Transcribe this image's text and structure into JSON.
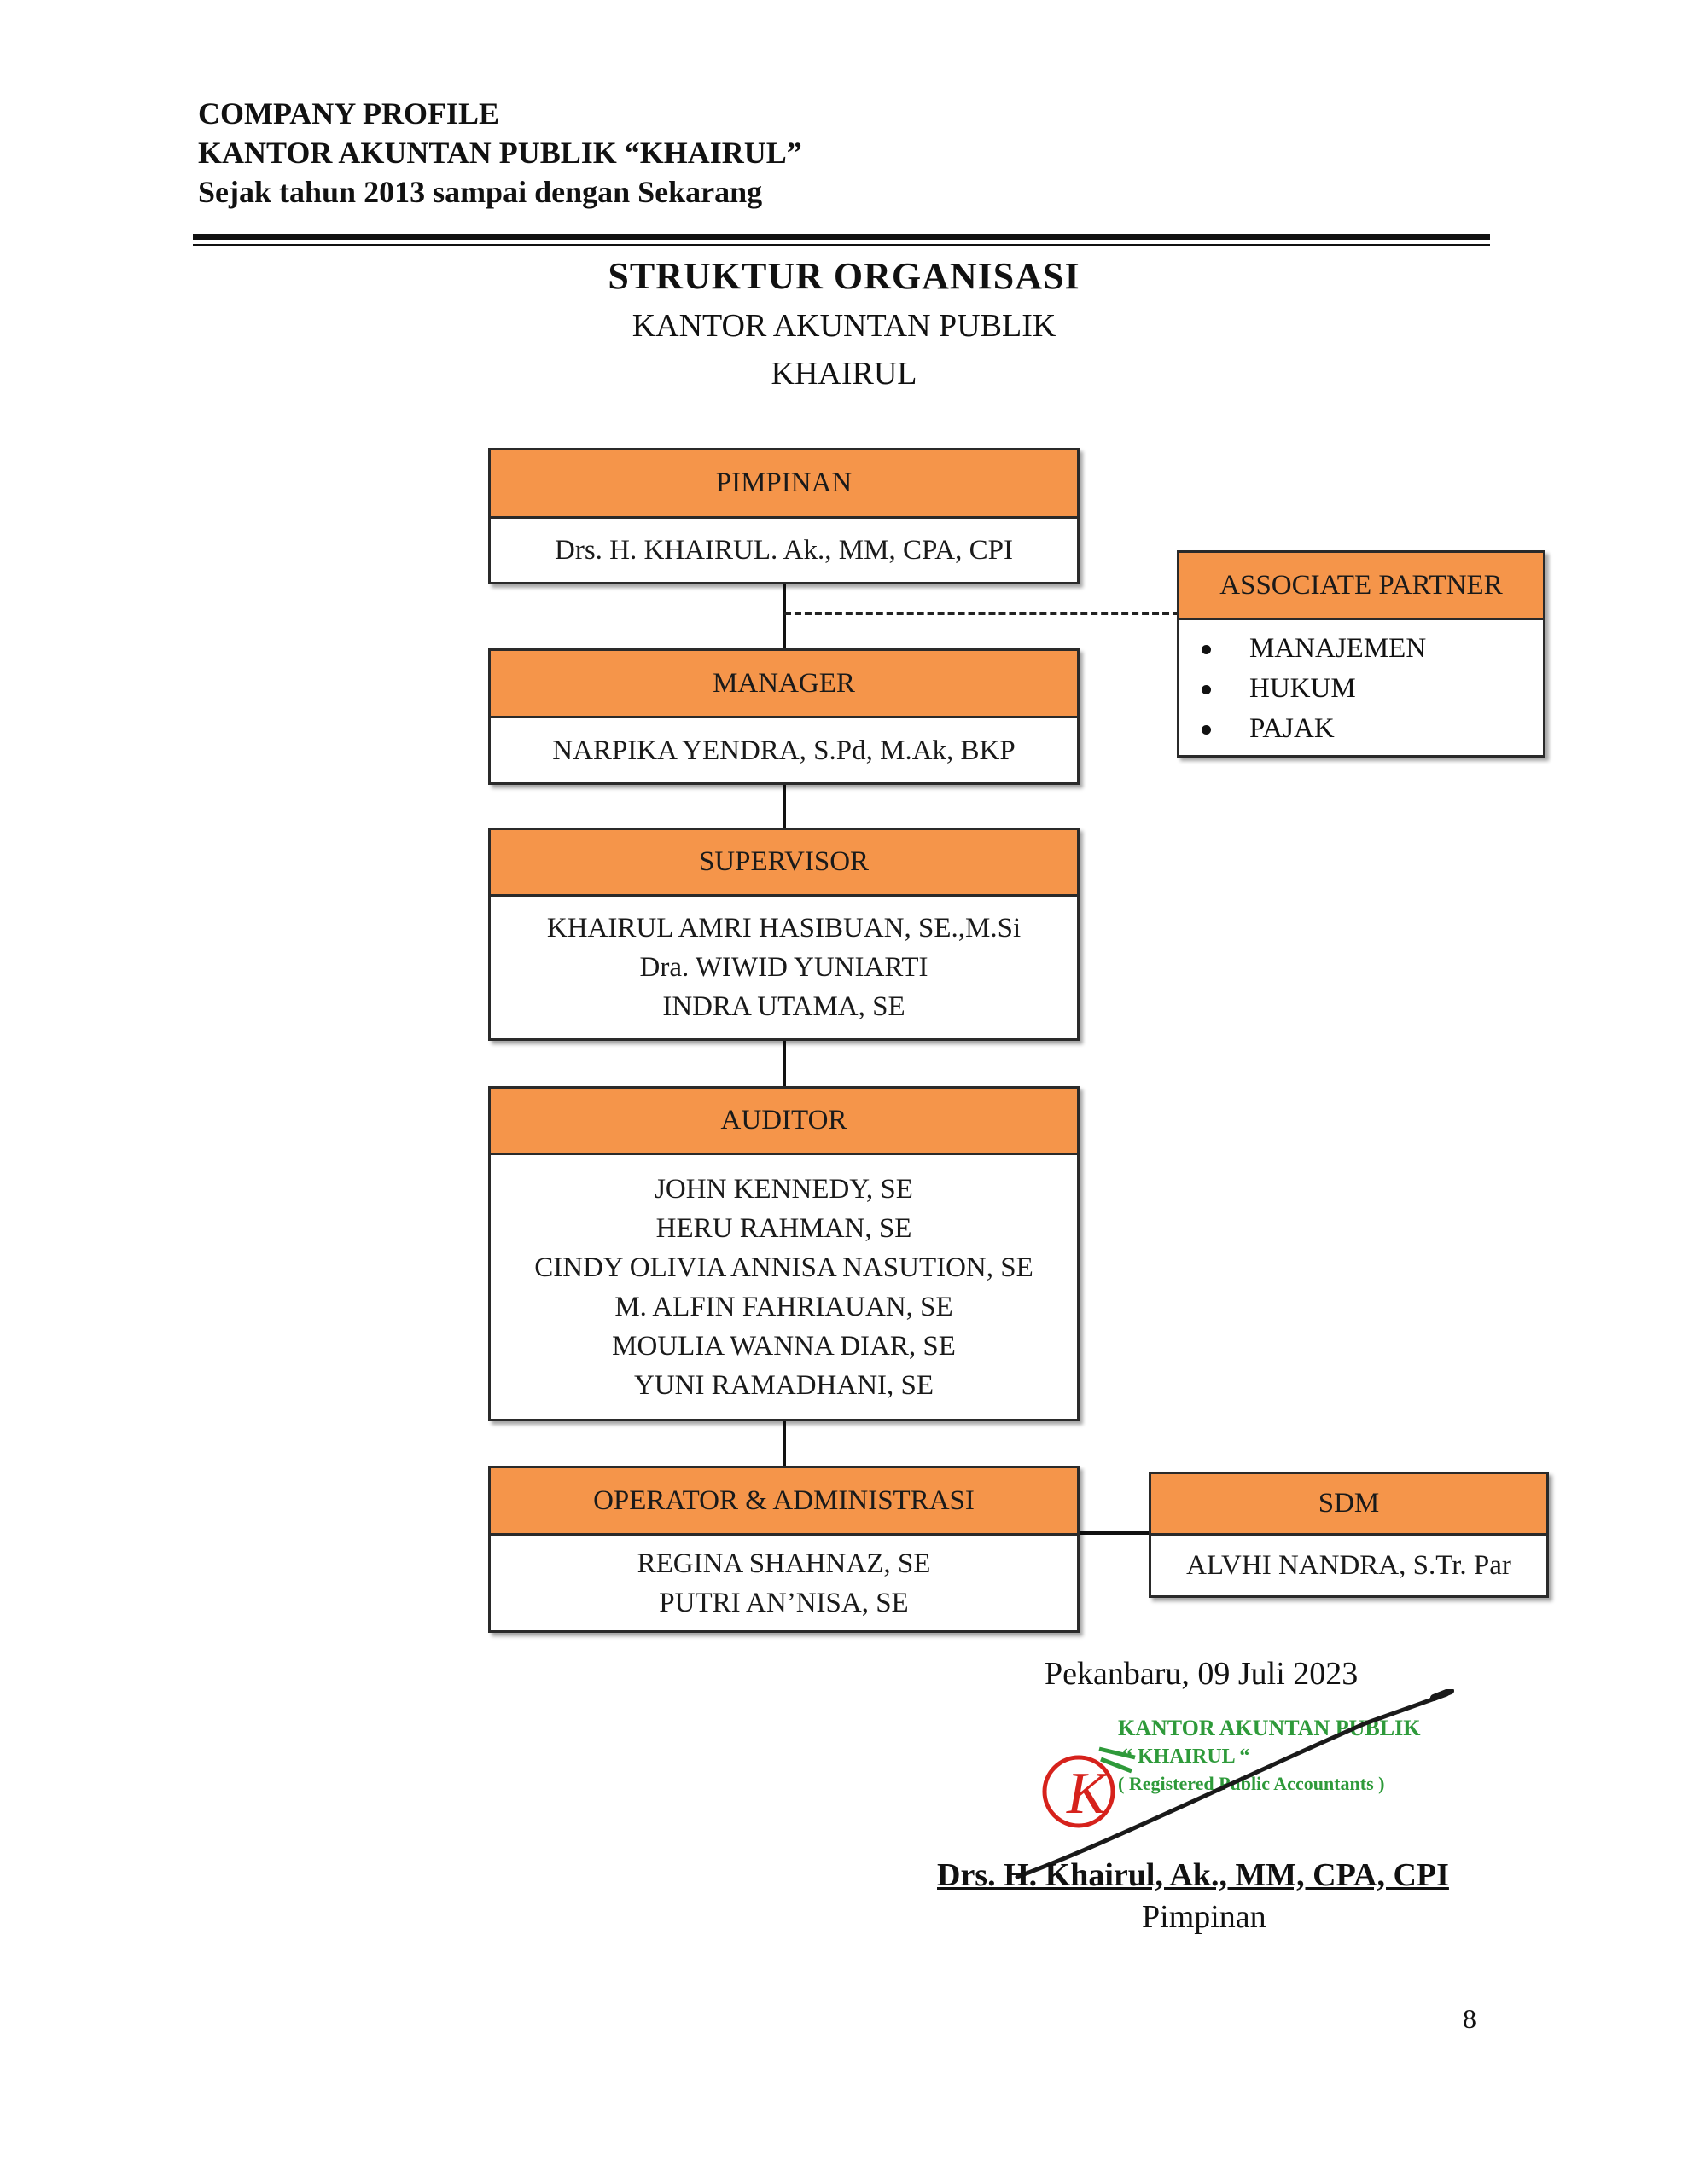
{
  "header": {
    "line1": "COMPANY PROFILE",
    "line2": "KANTOR AKUNTAN PUBLIK “KHAIRUL”",
    "line3": "Sejak tahun 2013 sampai dengan Sekarang"
  },
  "title": {
    "main": "STRUKTUR ORGANISASI",
    "sub1": "KANTOR AKUNTAN PUBLIK",
    "sub2": "KHAIRUL"
  },
  "org": {
    "pimpinan": {
      "label": "PIMPINAN",
      "members": [
        "Drs. H. KHAIRUL. Ak., MM, CPA, CPI"
      ]
    },
    "manager": {
      "label": "MANAGER",
      "members": [
        "NARPIKA YENDRA, S.Pd, M.Ak, BKP"
      ]
    },
    "supervisor": {
      "label": "SUPERVISOR",
      "members": [
        "KHAIRUL AMRI HASIBUAN, SE.,M.Si",
        "Dra. WIWID YUNIARTI",
        "INDRA UTAMA, SE"
      ]
    },
    "auditor": {
      "label": "AUDITOR",
      "members": [
        "JOHN KENNEDY, SE",
        "HERU RAHMAN, SE",
        "CINDY OLIVIA ANNISA NASUTION, SE",
        "M. ALFIN FAHRIAUAN, SE",
        "MOULIA WANNA DIAR, SE",
        "YUNI RAMADHANI, SE"
      ]
    },
    "operator": {
      "label": "OPERATOR & ADMINISTRASI",
      "members": [
        "REGINA SHAHNAZ, SE",
        "PUTRI AN’NISA, SE"
      ]
    },
    "associate": {
      "label": "ASSOCIATE PARTNER",
      "items": [
        "MANAJEMEN",
        "HUKUM",
        "PAJAK"
      ]
    },
    "sdm": {
      "label": "SDM",
      "members": [
        "ALVHI NANDRA, S.Tr. Par"
      ]
    }
  },
  "signature": {
    "place_date": "Pekanbaru, 09 Juli 2023",
    "stamp_line1": "KANTOR AKUNTAN PUBLIK",
    "stamp_line2": "“ KHAIRUL “",
    "stamp_line3": "( Registered Public Accountants )",
    "name": "Drs. H. Khairul, Ak., MM, CPA, CPI",
    "role": "Pimpinan"
  },
  "page_number": "8",
  "colors": {
    "box_header": "#f5954a",
    "stamp_green": "#2e9a3a",
    "stamp_yellow": "#f2c400",
    "stamp_red": "#d6221c"
  }
}
